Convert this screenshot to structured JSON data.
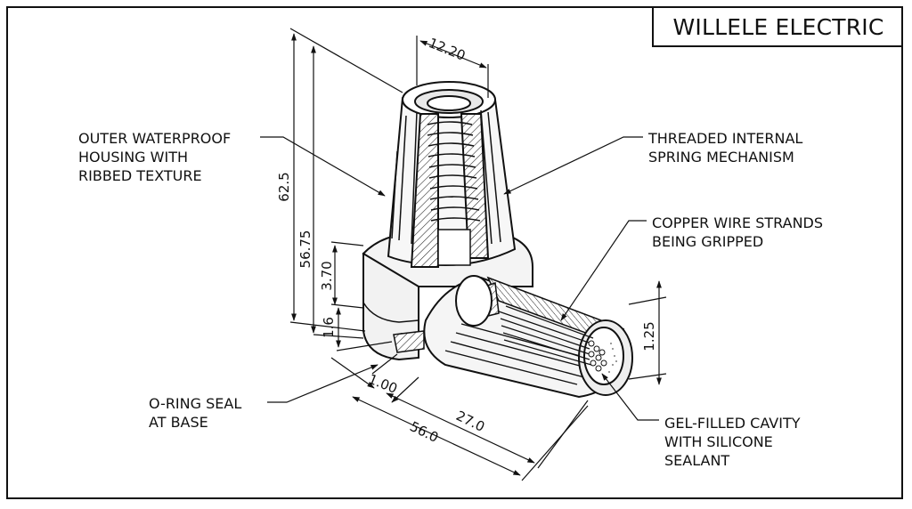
{
  "title_block": {
    "company": "WILLELE ELECTRIC"
  },
  "callouts": {
    "outer_housing": [
      "OUTER WATERPROOF",
      "HOUSING WITH",
      "RIBBED TEXTURE"
    ],
    "spring": [
      "THREADED INTERNAL",
      "SPRING MECHANISM"
    ],
    "copper": [
      "COPPER WIRE STRANDS",
      "BEING GRIPPED"
    ],
    "oring": [
      "O-RING SEAL",
      "AT BASE"
    ],
    "gel": [
      "GEL-FILLED CAVITY",
      "WITH SILICONE",
      "SEALANT"
    ]
  },
  "dimensions": {
    "top_width": "12.20",
    "overall_height": "62.5",
    "body_height": "56.75",
    "collar": "3.70",
    "base_step": "1.6",
    "gap": "1.00",
    "branch_length": "27.0",
    "overall_length": "56.0",
    "end_offset": "1.25"
  }
}
